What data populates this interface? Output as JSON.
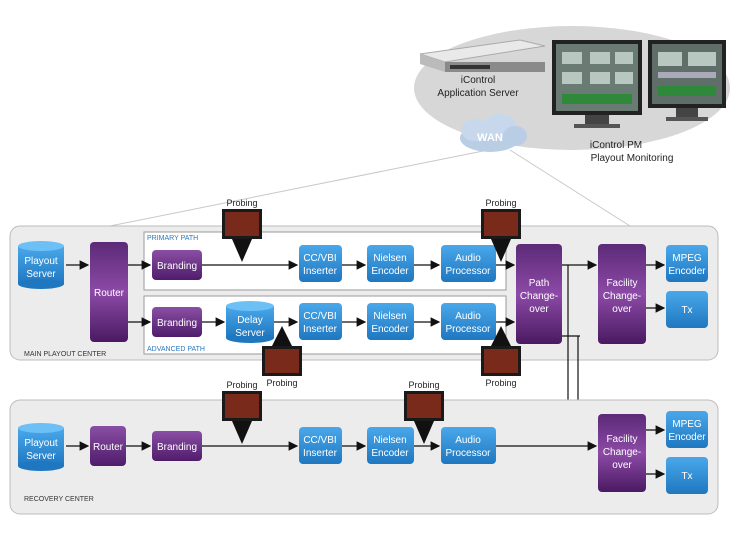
{
  "server_group": {
    "app_server_line1": "iControl",
    "app_server_line2": "Application Server",
    "pm_line1": "iControl PM",
    "pm_line2": "Playout Monitoring",
    "wan": "WAN"
  },
  "probing": "Probing",
  "main_center": {
    "label": "MAIN PLAYOUT CENTER",
    "primary_path": "PRIMARY PATH",
    "advanced_path": "ADVANCED PATH",
    "playout_server": [
      "Playout",
      "Server"
    ],
    "router": "Router",
    "branding": "Branding",
    "ccvbi": [
      "CC/VBI",
      "Inserter"
    ],
    "nielsen": [
      "Nielsen",
      "Encoder"
    ],
    "audio": [
      "Audio",
      "Processor"
    ],
    "delay_server": [
      "Delay",
      "Server"
    ],
    "path_changeover": [
      "Path",
      "Change-",
      "over"
    ],
    "facility_changeover": [
      "Facility",
      "Change-",
      "over"
    ],
    "mpeg": [
      "MPEG",
      "Encoder"
    ],
    "tx": "Tx"
  },
  "recovery_center": {
    "label": "RECOVERY CENTER",
    "playout_server": [
      "Playout",
      "Server"
    ],
    "router": "Router",
    "branding": "Branding",
    "ccvbi": [
      "CC/VBI",
      "Inserter"
    ],
    "nielsen": [
      "Nielsen",
      "Encoder"
    ],
    "audio": [
      "Audio",
      "Processor"
    ],
    "facility_changeover": [
      "Facility",
      "Change-",
      "over"
    ],
    "mpeg": [
      "MPEG",
      "Encoder"
    ],
    "tx": "Tx"
  },
  "colors": {
    "blue": "#2b8fd6",
    "purple": "#6b2d86",
    "panel": "#ededed"
  }
}
